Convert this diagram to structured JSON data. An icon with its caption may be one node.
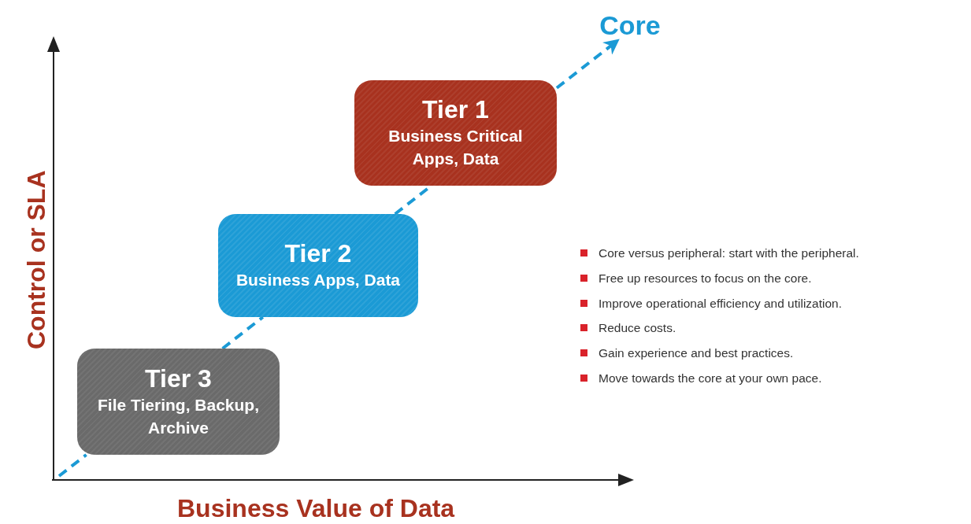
{
  "diagram": {
    "nodes": [
      {
        "text": [
          "Tier 3",
          "File Tiering, Backup, Archive"
        ]
      },
      {
        "text": [
          "Tier 2",
          "Business Apps, Data"
        ]
      },
      {
        "text": [
          "Tier 1",
          "Business Critical Apps, Data"
        ]
      },
      {
        "text": [
          "Core"
        ]
      }
    ],
    "edges": [
      {
        "from": null,
        "to": 0,
        "arrow": "none",
        "style": "dashed"
      },
      {
        "from": 0,
        "to": 1,
        "arrow": "none",
        "style": "dashed"
      },
      {
        "from": 1,
        "to": 2,
        "arrow": "none",
        "style": "dashed"
      },
      {
        "from": 2,
        "to": 3,
        "arrow": "to",
        "style": "dashed"
      }
    ],
    "labels": [
      "Control or SLA",
      "Business Value of Data",
      "Core versus peripheral: start with the peripheral.",
      "Free up resources to focus on the core.",
      "Improve operational efficiency and utilization.",
      "Reduce costs.",
      "Gain experience and best practices.",
      "Move towards the core at your own pace."
    ]
  }
}
